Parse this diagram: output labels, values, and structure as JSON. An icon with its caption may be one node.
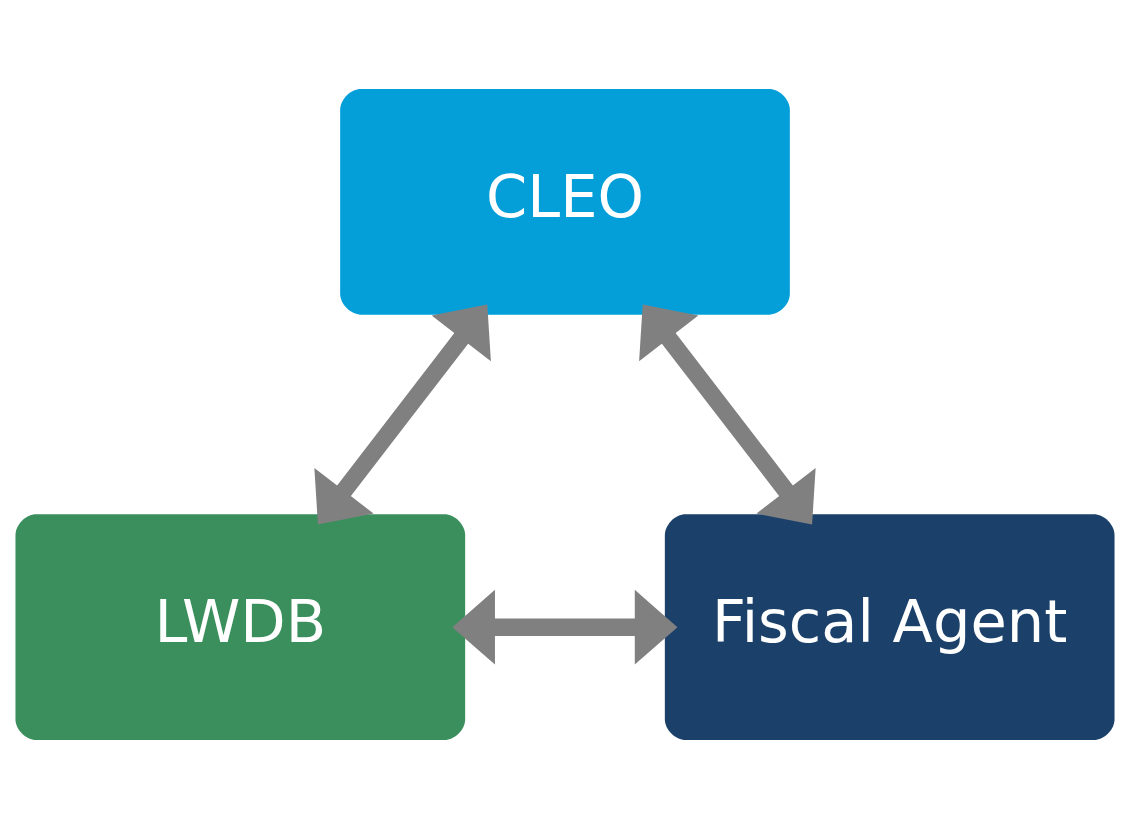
{
  "diagram": {
    "nodes": [
      {
        "text": [
          "CLEO"
        ]
      },
      {
        "text": [
          "LWDB"
        ]
      },
      {
        "text": [
          "Fiscal Agent"
        ]
      }
    ],
    "edges": [
      {
        "from": 0,
        "to": 1,
        "arrow": "both"
      },
      {
        "from": 0,
        "to": 2,
        "arrow": "both"
      },
      {
        "from": 1,
        "to": 2,
        "arrow": "both"
      }
    ]
  }
}
